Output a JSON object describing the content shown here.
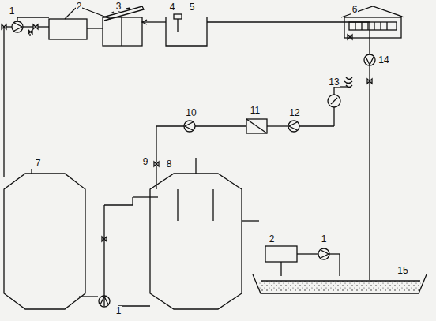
{
  "diagram": {
    "labels": [
      "1",
      "2",
      "3",
      "4",
      "5",
      "6",
      "14",
      "13",
      "12",
      "11",
      "10",
      "9",
      "7",
      "8",
      "2",
      "1",
      "15",
      "1"
    ]
  }
}
